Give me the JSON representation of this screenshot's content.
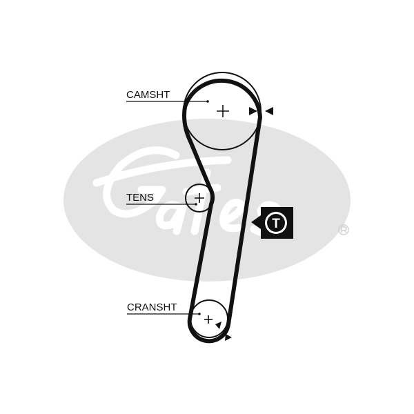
{
  "watermark": {
    "brand": "Gates",
    "registered_mark": "®",
    "color": "#e4e4e4"
  },
  "labels": {
    "camshaft": "CAMSHT",
    "tensioner": "TENS",
    "crankshaft": "CRANSHT"
  },
  "tension_symbol": {
    "letter": "T"
  },
  "colors": {
    "belt": "#111111",
    "background": "#ffffff"
  }
}
